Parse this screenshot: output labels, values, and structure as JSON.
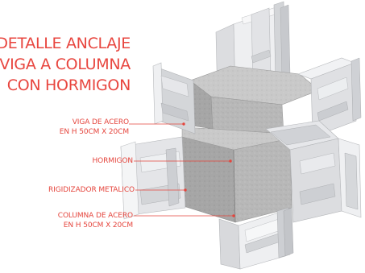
{
  "title": {
    "lines": [
      "DETALLE ANCLAJE",
      "VIGA  A COLUMNA",
      "CON HORMIGON"
    ],
    "color": "#e8463f"
  },
  "labels": [
    {
      "id": "viga",
      "lines": [
        "VIGA DE ACERO",
        "EN H 50CM X 20CM"
      ]
    },
    {
      "id": "hormigon",
      "lines": [
        "HORMIGON"
      ]
    },
    {
      "id": "rigidizador",
      "lines": [
        "RIGIDIZADOR METALICO"
      ]
    },
    {
      "id": "columna",
      "lines": [
        "COLUMNA DE ACERO",
        "EN H 50CM X 20CM"
      ]
    }
  ],
  "colors": {
    "concrete": "#b9b9b9",
    "concrete_dark": "#9c9c9c",
    "steel_light": "#f3f3f4",
    "steel_mid": "#dcdde0",
    "steel_dark": "#c4c6ca",
    "accent": "#e5453d"
  }
}
